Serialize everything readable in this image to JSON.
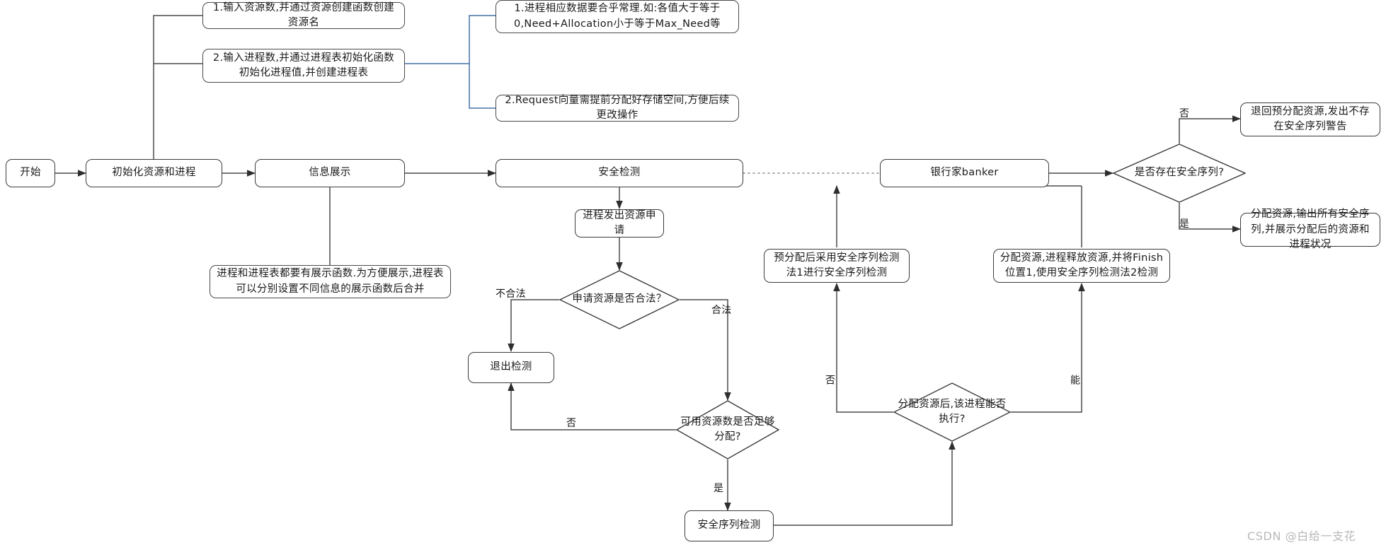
{
  "diagram": {
    "title": "银行家算法流程图",
    "type": "flowchart",
    "theme": {
      "node_border": "#3b3b3b",
      "node_fill": "#ffffff",
      "edge_color": "#4a4a4a",
      "blue_edge_color": "#4472a8",
      "text_color": "#1a1a1a",
      "watermark_color": "#b9b9b9"
    }
  },
  "nodes": {
    "start": {
      "label": "开始"
    },
    "init": {
      "label": "初始化资源和进程"
    },
    "display": {
      "label": "信息展示"
    },
    "safety_check": {
      "label": "安全检测"
    },
    "banker": {
      "label": "银行家banker"
    },
    "note_init_1": {
      "label": "1.输入资源数,并通过资源创建函数创建资源名"
    },
    "note_init_2": {
      "label": "2.输入进程数,并通过进程表初始化函数初始化进程值,并创建进程表"
    },
    "note_proc_1": {
      "label": "1.进程相应数据要合乎常理.如:各值大于等于0,Need+Allocation小于等于Max_Need等"
    },
    "note_proc_2": {
      "label": "2.Request向量需提前分配好存储空间,方便后续更改操作"
    },
    "note_display": {
      "label": "进程和进程表都要有展示函数.为方便展示,进程表可以分别设置不同信息的展示函数后合并"
    },
    "request": {
      "label": "进程发出资源申请"
    },
    "exit_check": {
      "label": "退出检测"
    },
    "seq_check": {
      "label": "安全序列检测"
    },
    "prealloc": {
      "label": "预分配后采用安全序列检测法1进行安全序列检测"
    },
    "alloc_release": {
      "label": "分配资源,进程释放资源,并将Finish位置1,使用安全序列检测法2检测"
    },
    "reject": {
      "label": "退回预分配资源,发出不存在安全序列警告"
    },
    "accept": {
      "label": "分配资源,输出所有安全序列,并展示分配后的资源和进程状况"
    }
  },
  "decisions": {
    "has_safe_seq": {
      "label": "是否存在安全序列?"
    },
    "request_legal": {
      "label": "申请资源是否合法？"
    },
    "enough_resource": {
      "label": "可用资源数是否足够分配?"
    },
    "can_execute": {
      "label": "分配资源后,该进程能否执行?"
    }
  },
  "edge_labels": {
    "no_safe_seq": "否",
    "yes_safe_seq": "是",
    "illegal": "不合法",
    "legal": "合法",
    "not_enough": "否",
    "enough": "是",
    "cannot_execute": "否",
    "can_execute": "能"
  },
  "watermark": {
    "text": "CSDN @白给一支花"
  }
}
